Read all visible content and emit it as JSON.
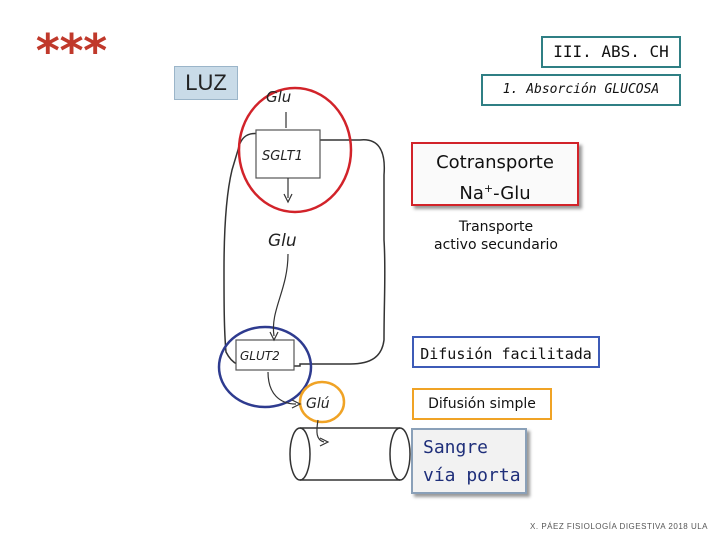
{
  "stars": "***",
  "luz_label": "LUZ",
  "title": "III. ABS. CH",
  "subtitle": "1. Absorción GLUCOSA",
  "cotransporte": {
    "line1": "Cotransporte",
    "line2_pre": "Na",
    "line2_sup": "+",
    "line2_post": "-Glu"
  },
  "transporte": {
    "line1": "Transporte",
    "line2": "activo secundario"
  },
  "difusion_facilitada": "Difusión facilitada",
  "difusion_simple": "Difusión simple",
  "sangre": {
    "line1": "Sangre",
    "line2": "vía porta"
  },
  "footer": "X. PÁEZ  FISIOLOGÍA DIGESTIVA 2018  ULA",
  "diagram": {
    "glu_top": "Glu",
    "sglt1": "SGLT1",
    "glu_mid": "Glu",
    "glut2": "GLUT2",
    "glu_out": "Glú"
  },
  "colors": {
    "red_ring": "#d2232a",
    "blue_ring": "#2e3b8f",
    "orange_ring": "#f0a325",
    "stars": "#c0392b",
    "box_teal": "#2f7f84"
  }
}
